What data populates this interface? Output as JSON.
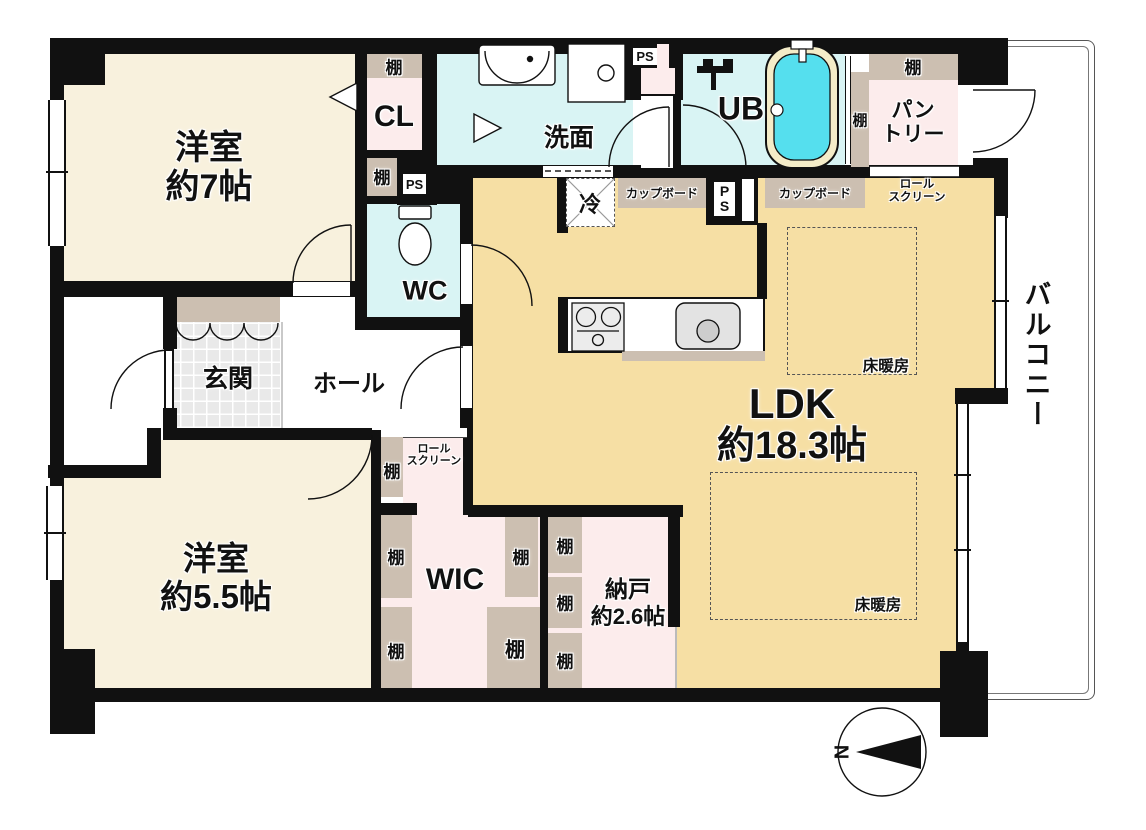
{
  "plan": {
    "rooms": {
      "western7": {
        "name": "洋室",
        "size": "約7帖"
      },
      "western55": {
        "name": "洋室",
        "size": "約5.5帖"
      },
      "ldk": {
        "name": "LDK",
        "size": "約18.3帖"
      },
      "nando": {
        "name": "納戸",
        "size": "約2.6帖"
      },
      "wic": "WIC",
      "closet": "CL",
      "toilet": "WC",
      "unit_bath": "UB",
      "washroom": "洗面",
      "entrance": "玄関",
      "hall": "ホール",
      "pantry_line1": "パン",
      "pantry_line2": "トリー",
      "balcony": "バルコニー"
    },
    "features": {
      "shelf": "棚",
      "pipe_space": "PS",
      "refrigerator": "冷",
      "cupboard": "カップボード",
      "roll_screen_line1": "ロール",
      "roll_screen_line2": "スクリーン",
      "floor_heating": "床暖房",
      "compass_north": "N"
    },
    "colors": {
      "wall": "#111111",
      "room_cream": "#f8f1dd",
      "room_tan": "#f6dfa4",
      "room_pink": "#fcecec",
      "room_cyan": "#d9f4f4",
      "shelf_tan": "#ccbfb1",
      "tub_water": "#55dfee",
      "tub_rim": "#f4ecc8"
    }
  }
}
